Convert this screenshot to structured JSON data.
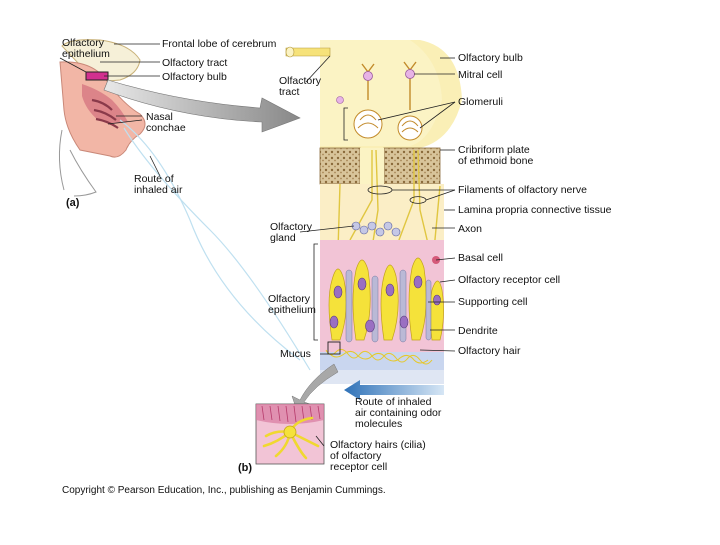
{
  "colors": {
    "bulb": "#f6e27a",
    "bulb_light": "#fbf3c4",
    "bone": "#d8c49a",
    "bone_dark": "#8a6a3a",
    "epithelium": "#f2c4d6",
    "receptor": "#f5e23a",
    "nucleus": "#9a6fc2",
    "mucus": "#c9d6ef",
    "nose_skin": "#f2b6a6",
    "nerve": "#e9d56a",
    "arrow_grey": "#9a9a9a",
    "arrow_blue": "#3f83c4",
    "leader": "#222222"
  },
  "panel_a": {
    "tag": "(a)",
    "labels": {
      "olfactory_epithelium": "Olfactory\nepithelium",
      "frontal_lobe": "Frontal lobe of cerebrum",
      "olfactory_tract": "Olfactory tract",
      "olfactory_bulb": "Olfactory bulb",
      "nasal_conchae": "Nasal\nconchae",
      "route_inhaled_air": "Route of\ninhaled air"
    }
  },
  "panel_b": {
    "tag": "(b)",
    "left_labels": {
      "olfactory_tract": "Olfactory\ntract",
      "olfactory_gland": "Olfactory\ngland",
      "olfactory_epithelium": "Olfactory\nepithelium",
      "mucus": "Mucus"
    },
    "right_labels": {
      "olfactory_bulb": "Olfactory bulb",
      "mitral_cell": "Mitral cell",
      "glomeruli": "Glomeruli",
      "cribriform_plate": "Cribriform plate\nof ethmoid bone",
      "filaments": "Filaments of olfactory nerve",
      "lamina_propria": "Lamina propria connective tissue",
      "axon": "Axon",
      "basal_cell": "Basal cell",
      "olfactory_receptor_cell": "Olfactory receptor cell",
      "supporting_cell": "Supporting cell",
      "dendrite": "Dendrite",
      "olfactory_hair": "Olfactory hair"
    },
    "route_odor": "Route of inhaled\nair containing odor\nmolecules",
    "inset_label": "Olfactory hairs (cilia)\nof olfactory\nreceptor cell"
  },
  "copyright": "Copyright © Pearson Education, Inc., publishing as Benjamin Cummings."
}
